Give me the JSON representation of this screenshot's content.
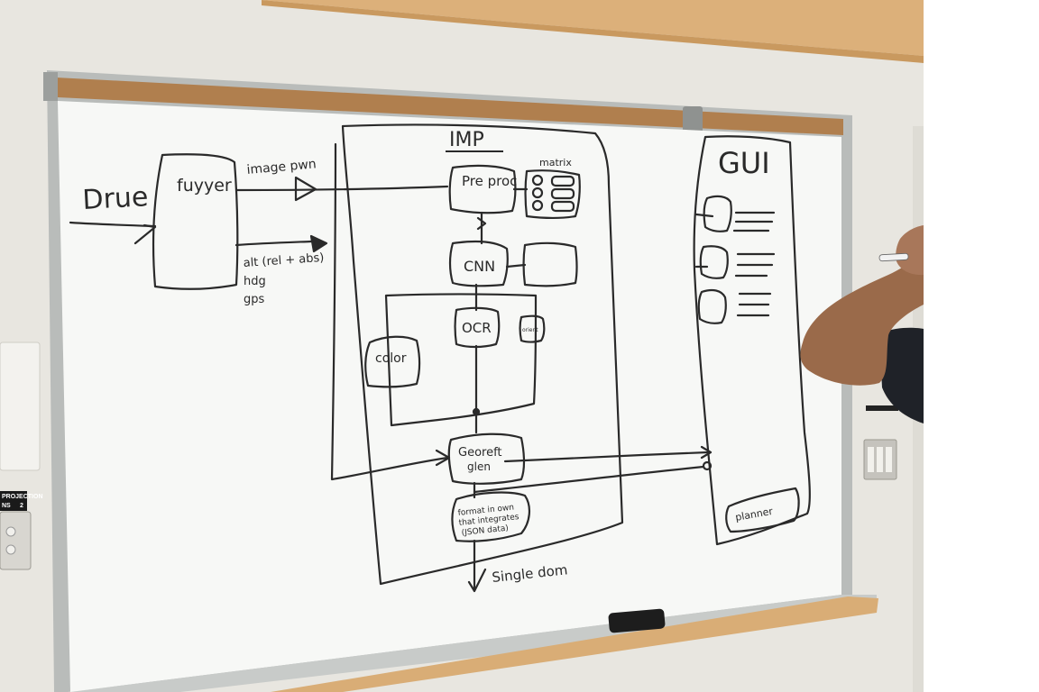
{
  "image": {
    "description": "Whiteboard system sketch photographed in a room, with a person's arm holding a marker on the right",
    "colors": {
      "wall": "#e9e7e1",
      "board": "#f7f8f6",
      "ink": "#2a2a2a",
      "cork": "#b07f4e",
      "frame": "#b5b8b6",
      "shelf": "#d9ad76"
    }
  },
  "whiteboard": {
    "labels": {
      "drone": "Drue",
      "trigger": "fuyyer",
      "image_path": "image pwn",
      "telemetry_1": "alt (rel + abs)",
      "telemetry_2": "hdg",
      "telemetry_3": "gps",
      "imp": "IMP",
      "matrix": "matrix",
      "preproc": "Pre proc",
      "cnn": "CNN",
      "ocr": "OCR",
      "orient": "orient",
      "color": "color",
      "georef": "Georeft",
      "geo_sub": "glen",
      "format_1": "format in own",
      "format_2": "that integrates",
      "format_3": "(JSON data)",
      "single_dom": "Single dom",
      "gui": "GUI",
      "gui_button": "planner"
    }
  },
  "wall": {
    "switch_label_1": "PROJECTION",
    "switch_label_2": "NS",
    "switch_label_3": "2"
  }
}
